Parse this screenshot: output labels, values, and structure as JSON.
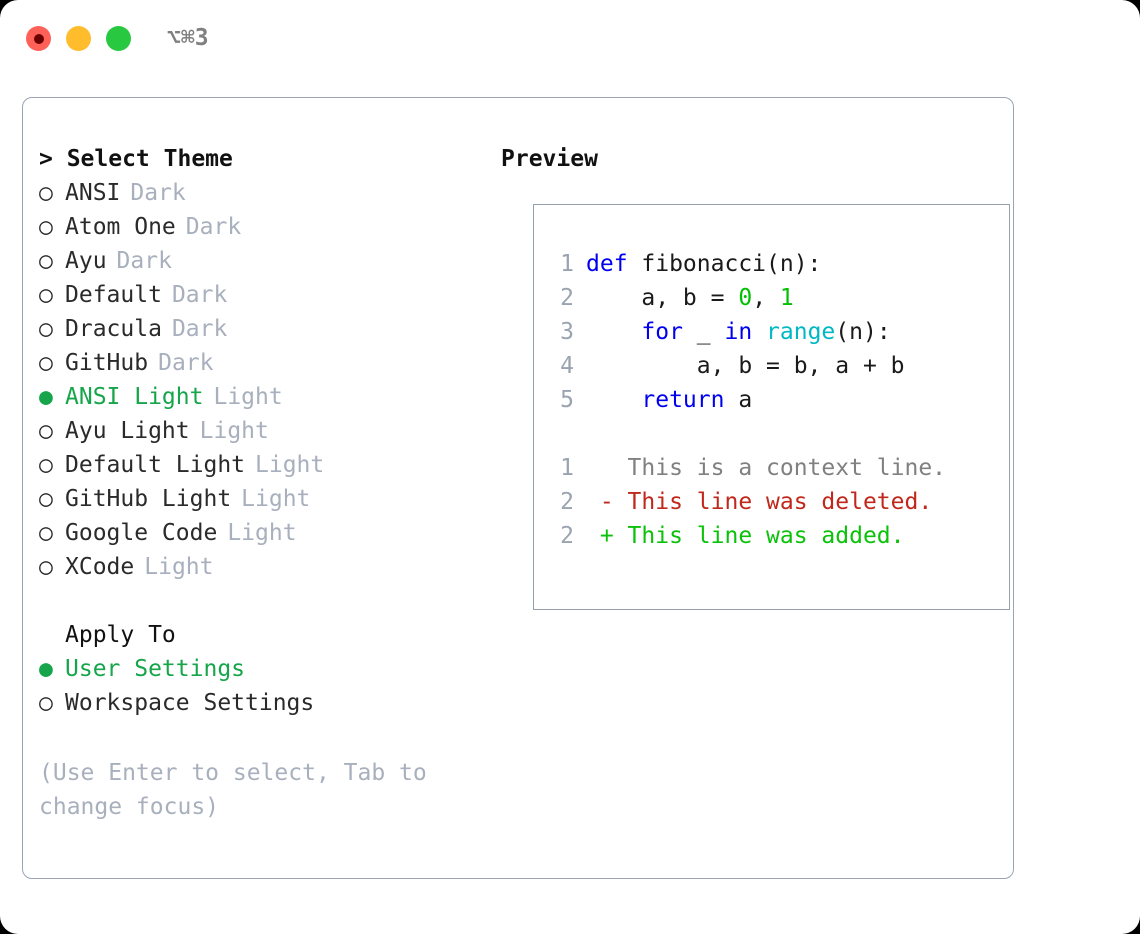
{
  "titlebar": {
    "shortcut": "⌥⌘3",
    "buttons": [
      {
        "name": "close-recording",
        "color": "#ff6159"
      },
      {
        "name": "minimize",
        "color": "#ffbd2e"
      },
      {
        "name": "maximize",
        "color": "#28c840"
      }
    ]
  },
  "theme_picker": {
    "header": "> Select Theme",
    "marker_selected": "●",
    "marker_unselected": "○",
    "accent_color": "#16a54a",
    "items": [
      {
        "name": "ANSI",
        "kind": "Dark",
        "selected": false
      },
      {
        "name": "Atom One",
        "kind": "Dark",
        "selected": false
      },
      {
        "name": "Ayu",
        "kind": "Dark",
        "selected": false
      },
      {
        "name": "Default",
        "kind": "Dark",
        "selected": false
      },
      {
        "name": "Dracula",
        "kind": "Dark",
        "selected": false
      },
      {
        "name": "GitHub",
        "kind": "Dark",
        "selected": false
      },
      {
        "name": "ANSI Light",
        "kind": "Light",
        "selected": true
      },
      {
        "name": "Ayu Light",
        "kind": "Light",
        "selected": false
      },
      {
        "name": "Default Light",
        "kind": "Light",
        "selected": false
      },
      {
        "name": "GitHub Light",
        "kind": "Light",
        "selected": false
      },
      {
        "name": "Google Code",
        "kind": "Light",
        "selected": false
      },
      {
        "name": "XCode",
        "kind": "Light",
        "selected": false
      }
    ]
  },
  "apply_to": {
    "header": "Apply To",
    "options": [
      {
        "label": "User Settings",
        "selected": true
      },
      {
        "label": "Workspace Settings",
        "selected": false
      }
    ]
  },
  "hint": "(Use Enter to select, Tab to change focus)",
  "preview": {
    "header": "Preview",
    "code": [
      {
        "lineno": "1",
        "tokens": [
          {
            "text": "def ",
            "cls": "tok-kw"
          },
          {
            "text": "fibonacci(n):",
            "cls": "tok-txt"
          }
        ]
      },
      {
        "lineno": "2",
        "tokens": [
          {
            "text": "    a, b = ",
            "cls": "tok-txt"
          },
          {
            "text": "0",
            "cls": "tok-num"
          },
          {
            "text": ", ",
            "cls": "tok-txt"
          },
          {
            "text": "1",
            "cls": "tok-num"
          }
        ]
      },
      {
        "lineno": "3",
        "tokens": [
          {
            "text": "    ",
            "cls": "tok-txt"
          },
          {
            "text": "for",
            "cls": "tok-kw"
          },
          {
            "text": " _ ",
            "cls": "tok-txt"
          },
          {
            "text": "in",
            "cls": "tok-kw"
          },
          {
            "text": " ",
            "cls": "tok-txt"
          },
          {
            "text": "range",
            "cls": "tok-fn"
          },
          {
            "text": "(n):",
            "cls": "tok-txt"
          }
        ]
      },
      {
        "lineno": "4",
        "tokens": [
          {
            "text": "        a, b = b, a + b",
            "cls": "tok-txt"
          }
        ]
      },
      {
        "lineno": "5",
        "tokens": [
          {
            "text": "    ",
            "cls": "tok-txt"
          },
          {
            "text": "return",
            "cls": "tok-kw"
          },
          {
            "text": " a",
            "cls": "tok-txt"
          }
        ]
      }
    ],
    "diff": [
      {
        "lineno": "1",
        "tokens": [
          {
            "text": "   This is a context line.",
            "cls": "tok-ctx"
          }
        ]
      },
      {
        "lineno": "2",
        "tokens": [
          {
            "text": " - This line was deleted.",
            "cls": "tok-del"
          }
        ]
      },
      {
        "lineno": "2",
        "tokens": [
          {
            "text": " + This line was added.",
            "cls": "tok-add"
          }
        ]
      }
    ]
  }
}
